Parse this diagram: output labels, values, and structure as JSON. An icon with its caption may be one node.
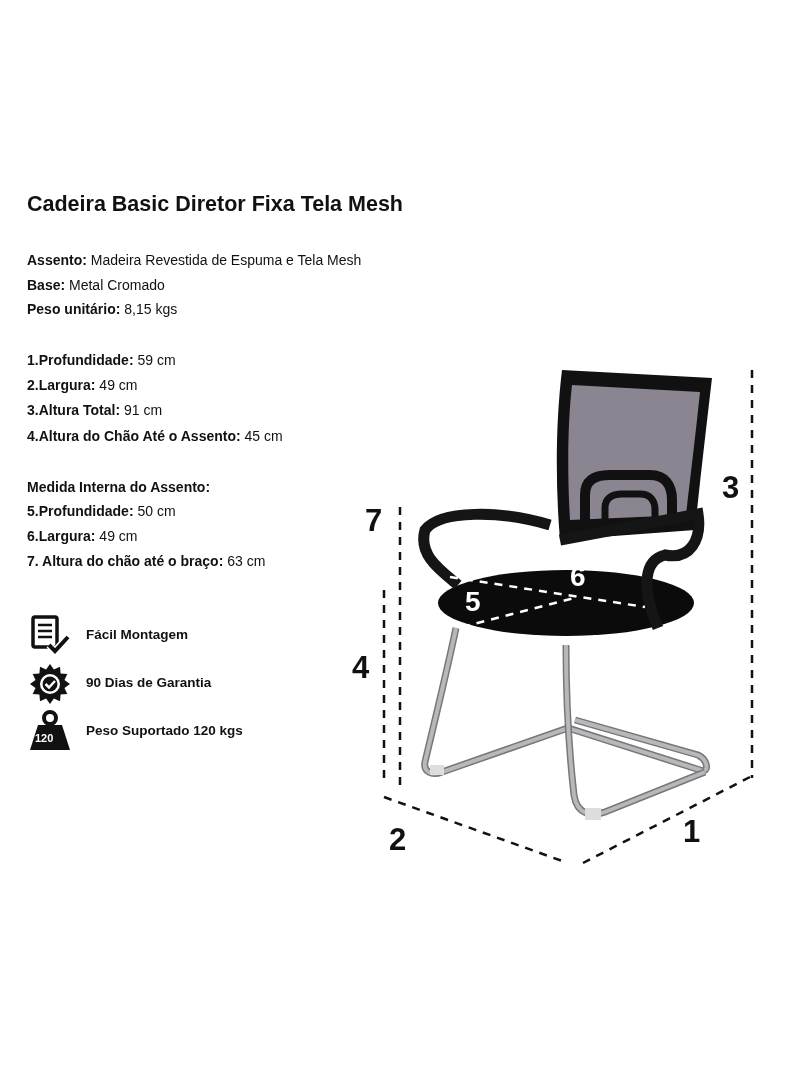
{
  "diagram": {
    "title": "Cadeira Basic Diretor Fixa Tela Mesh",
    "labels": [
      "**Assento:** Madeira Revestida de Espuma e Tela Mesh",
      "**Base:** Metal Cromado",
      "**Peso unitário:** 8,15 kgs",
      "**1.Profundidade:** 59 cm",
      "**2.Largura:** 49 cm",
      "**3.Altura Total:** 91 cm",
      "**4.Altura do Chão Até o Assento:** 45 cm",
      "Medida Interna do Assento:",
      "**5.Profundidade:** 50 cm",
      "**6.Largura:** 49 cm",
      "**7. Altura do chão até o braço:** 63 cm",
      "Fácil Montagem",
      "90 Dias de Garantia",
      "120",
      "Peso Suportado 120 kgs",
      "3",
      "7",
      "6",
      "5",
      "4",
      "1",
      "2"
    ]
  }
}
